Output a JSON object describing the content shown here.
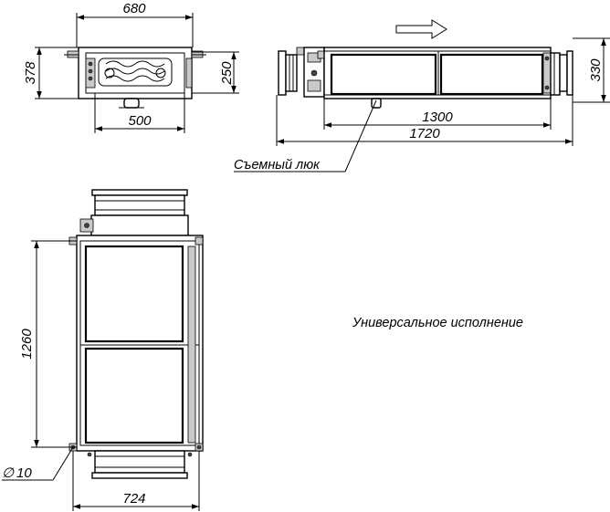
{
  "dimensions": {
    "front_width": "680",
    "front_height": "378",
    "front_inner_height": "250",
    "front_base_width": "500",
    "side_length_inner": "1300",
    "side_length_total": "1720",
    "side_height": "330",
    "vertical_height": "1260",
    "vertical_width": "724",
    "hole_diameter": "10"
  },
  "labels": {
    "removable_hatch": "Съемный люк",
    "universal_version": "Универсальное исполнение",
    "diameter_symbol": "∅"
  },
  "icons": {
    "airflow": "airflow-arrow-icon"
  }
}
